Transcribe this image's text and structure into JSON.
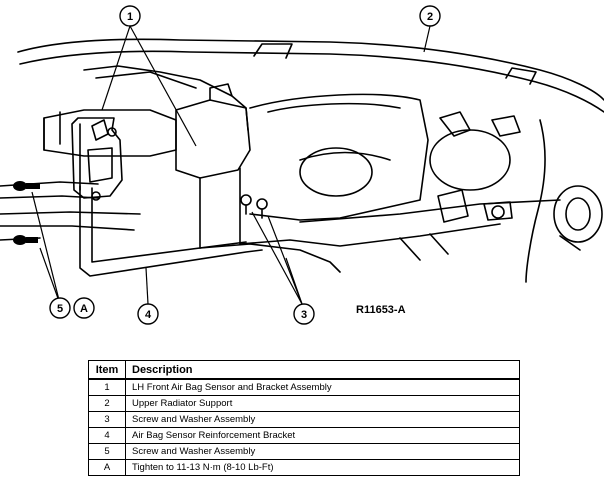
{
  "diagram": {
    "callouts": [
      "1",
      "2",
      "3",
      "4",
      "5",
      "A"
    ],
    "reference_code": "R11653-A"
  },
  "legend": {
    "headers": {
      "item": "Item",
      "description": "Description"
    },
    "rows": [
      {
        "item": "1",
        "description": "LH Front Air Bag Sensor and Bracket Assembly"
      },
      {
        "item": "2",
        "description": "Upper Radiator Support"
      },
      {
        "item": "3",
        "description": "Screw and Washer Assembly"
      },
      {
        "item": "4",
        "description": "Air Bag Sensor Reinforcement Bracket"
      },
      {
        "item": "5",
        "description": "Screw and Washer Assembly"
      },
      {
        "item": "A",
        "description": "Tighten to 11-13 N·m (8-10 Lb-Ft)"
      }
    ]
  }
}
